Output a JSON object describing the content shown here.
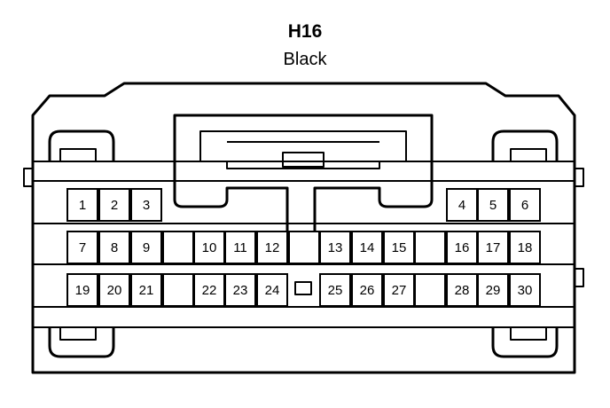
{
  "connector": {
    "id": "H16",
    "color": "Black"
  },
  "pins": {
    "row1": [
      {
        "n": "1",
        "col": 0
      },
      {
        "n": "2",
        "col": 1
      },
      {
        "n": "3",
        "col": 2
      },
      {
        "n": "4",
        "col": 12
      },
      {
        "n": "5",
        "col": 13
      },
      {
        "n": "6",
        "col": 14
      }
    ],
    "row2": [
      {
        "n": "7",
        "col": 0
      },
      {
        "n": "8",
        "col": 1
      },
      {
        "n": "9",
        "col": 2
      },
      {
        "n": "",
        "col": 3
      },
      {
        "n": "10",
        "col": 4
      },
      {
        "n": "11",
        "col": 5
      },
      {
        "n": "12",
        "col": 6
      },
      {
        "n": "",
        "col": 7
      },
      {
        "n": "13",
        "col": 8
      },
      {
        "n": "14",
        "col": 9
      },
      {
        "n": "15",
        "col": 10
      },
      {
        "n": "",
        "col": 11
      },
      {
        "n": "16",
        "col": 12
      },
      {
        "n": "17",
        "col": 13
      },
      {
        "n": "18",
        "col": 14
      }
    ],
    "row3": [
      {
        "n": "19",
        "col": 0
      },
      {
        "n": "20",
        "col": 1
      },
      {
        "n": "21",
        "col": 2
      },
      {
        "n": "",
        "col": 3
      },
      {
        "n": "22",
        "col": 4
      },
      {
        "n": "23",
        "col": 5
      },
      {
        "n": "24",
        "col": 6
      },
      {
        "n": "25",
        "col": 8
      },
      {
        "n": "26",
        "col": 9
      },
      {
        "n": "27",
        "col": 10
      },
      {
        "n": "",
        "col": 11
      },
      {
        "n": "28",
        "col": 12
      },
      {
        "n": "29",
        "col": 13
      },
      {
        "n": "30",
        "col": 14
      }
    ]
  },
  "colors": {
    "line": "#000000",
    "background": "#ffffff"
  }
}
